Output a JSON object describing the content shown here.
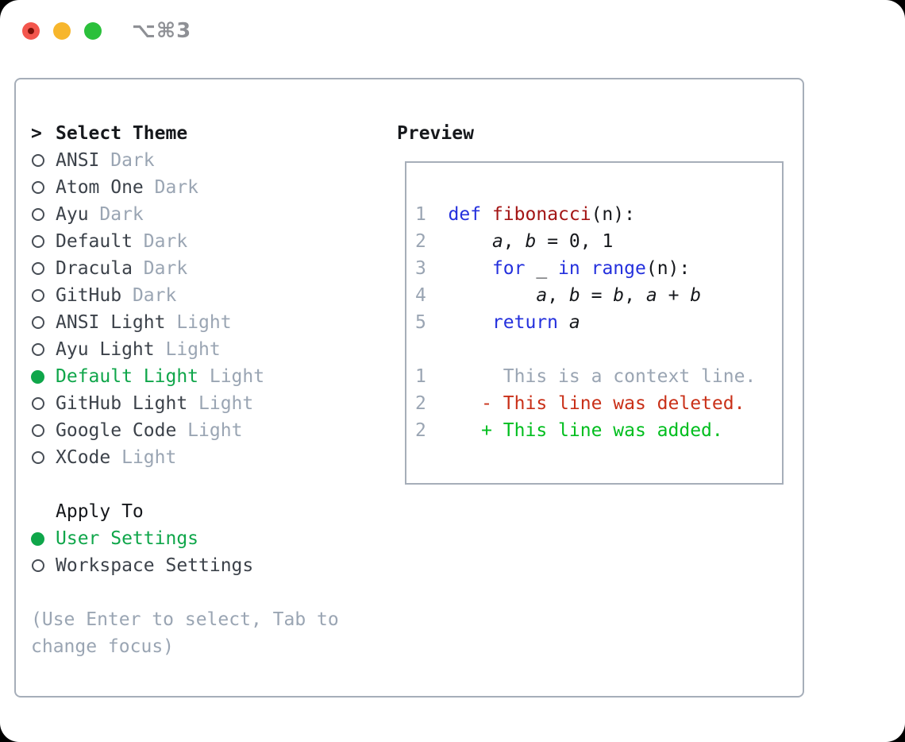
{
  "titlebar": {
    "title": "⌥⌘3",
    "traffic_lights": [
      {
        "name": "close",
        "color": "#F3564D",
        "dot": "#7B1007"
      },
      {
        "name": "minimize",
        "color": "#F7B62C"
      },
      {
        "name": "maximize",
        "color": "#2BC03B"
      }
    ]
  },
  "theme_list": {
    "prompt": ">",
    "header": "Select Theme",
    "items": [
      {
        "name": "ANSI",
        "badge": "Dark",
        "selected": false
      },
      {
        "name": "Atom One",
        "badge": "Dark",
        "selected": false
      },
      {
        "name": "Ayu",
        "badge": "Dark",
        "selected": false
      },
      {
        "name": "Default",
        "badge": "Dark",
        "selected": false
      },
      {
        "name": "Dracula",
        "badge": "Dark",
        "selected": false
      },
      {
        "name": "GitHub",
        "badge": "Dark",
        "selected": false
      },
      {
        "name": "ANSI Light",
        "badge": "Light",
        "selected": false
      },
      {
        "name": "Ayu Light",
        "badge": "Light",
        "selected": false
      },
      {
        "name": "Default Light",
        "badge": "Light",
        "selected": true
      },
      {
        "name": "GitHub Light",
        "badge": "Light",
        "selected": false
      },
      {
        "name": "Google Code",
        "badge": "Light",
        "selected": false
      },
      {
        "name": "XCode",
        "badge": "Light",
        "selected": false
      }
    ]
  },
  "apply_to": {
    "header": "Apply To",
    "options": [
      {
        "label": "User Settings",
        "selected": true
      },
      {
        "label": "Workspace Settings",
        "selected": false
      }
    ]
  },
  "hint_lines": [
    "(Use Enter to select, Tab to",
    "change focus)"
  ],
  "preview": {
    "header": "Preview",
    "code_lines": [
      {
        "num": "1",
        "tokens": [
          {
            "t": "def",
            "s": "kw"
          },
          {
            "t": " "
          },
          {
            "t": "fibonacci",
            "s": "fn"
          },
          {
            "t": "(n):"
          }
        ]
      },
      {
        "num": "2",
        "tokens": [
          {
            "t": "    "
          },
          {
            "t": "a",
            "s": "var"
          },
          {
            "t": ", "
          },
          {
            "t": "b",
            "s": "var"
          },
          {
            "t": " = 0, 1"
          }
        ]
      },
      {
        "num": "3",
        "tokens": [
          {
            "t": "    "
          },
          {
            "t": "for",
            "s": "kw"
          },
          {
            "t": " _ "
          },
          {
            "t": "in",
            "s": "kw"
          },
          {
            "t": " "
          },
          {
            "t": "range",
            "s": "kw"
          },
          {
            "t": "(n):"
          }
        ]
      },
      {
        "num": "4",
        "tokens": [
          {
            "t": "        "
          },
          {
            "t": "a",
            "s": "var"
          },
          {
            "t": ", "
          },
          {
            "t": "b",
            "s": "var"
          },
          {
            "t": " = "
          },
          {
            "t": "b",
            "s": "var"
          },
          {
            "t": ", "
          },
          {
            "t": "a",
            "s": "var"
          },
          {
            "t": " + "
          },
          {
            "t": "b",
            "s": "var"
          }
        ]
      },
      {
        "num": "5",
        "tokens": [
          {
            "t": "    "
          },
          {
            "t": "return",
            "s": "kw"
          },
          {
            "t": " "
          },
          {
            "t": "a",
            "s": "var"
          }
        ]
      }
    ],
    "diff_lines": [
      {
        "num": "1",
        "marker": " ",
        "text": "This is a context line.",
        "kind": "ctx"
      },
      {
        "num": "2",
        "marker": "-",
        "text": "This line was deleted.",
        "kind": "del"
      },
      {
        "num": "2",
        "marker": "+",
        "text": "This line was added.",
        "kind": "add"
      }
    ]
  },
  "colors": {
    "ink": "#16181C",
    "name": "#3C424A",
    "muted": "#9AA5B3",
    "green": "#0FA64A",
    "add": "#00BE1E",
    "del": "#C93018",
    "kw": "#2430DD",
    "fn": "#A31515",
    "border": "#A6AEB9",
    "title": "#8E9095"
  }
}
